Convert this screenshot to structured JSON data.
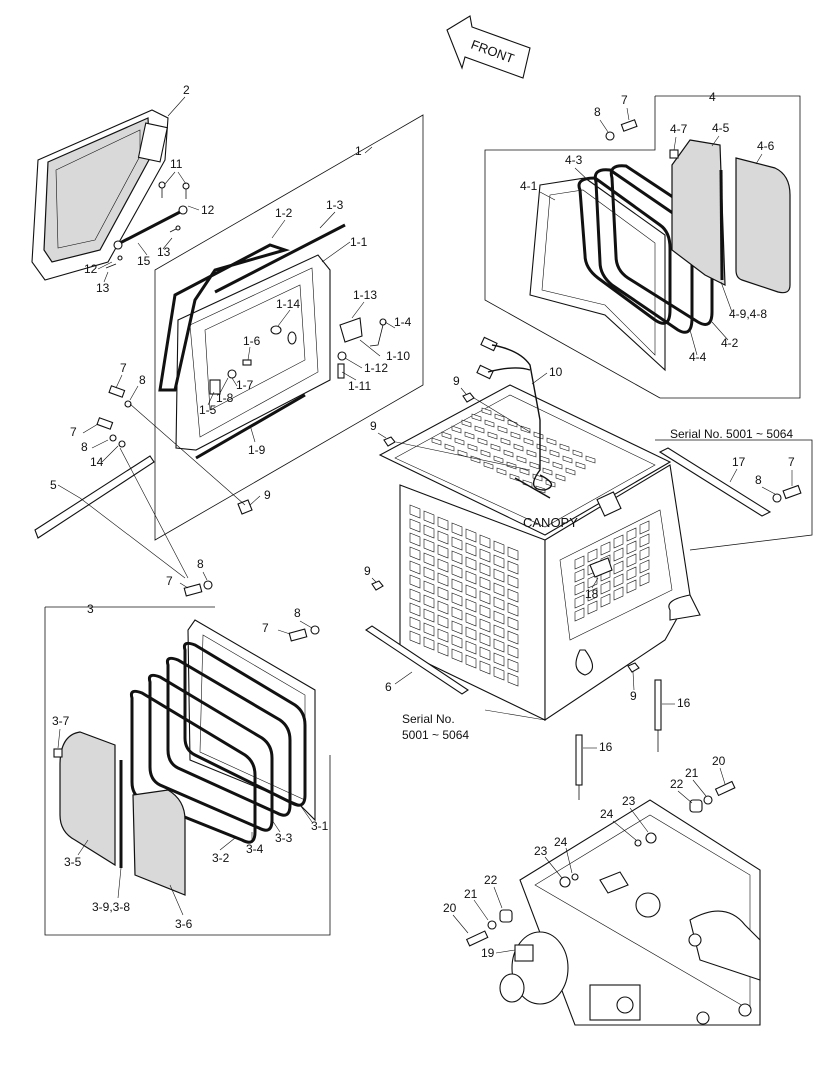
{
  "front_arrow": "FRONT",
  "canopy_label": "CANOPY",
  "serial_top": "Serial No. 5001 ~ 5064",
  "serial_bottom_line1": "Serial No.",
  "serial_bottom_line2": "5001 ~ 5064",
  "callouts": {
    "c1": "1",
    "c1_1": "1-1",
    "c1_2": "1-2",
    "c1_3": "1-3",
    "c1_4": "1-4",
    "c1_5": "1-5",
    "c1_6": "1-6",
    "c1_7": "1-7",
    "c1_8": "1-8",
    "c1_9": "1-9",
    "c1_10": "1-10",
    "c1_11": "1-11",
    "c1_12": "1-12",
    "c1_13": "1-13",
    "c1_14": "1-14",
    "c2": "2",
    "c3": "3",
    "c3_1": "3-1",
    "c3_2": "3-2",
    "c3_3": "3-3",
    "c3_4": "3-4",
    "c3_5": "3-5",
    "c3_6": "3-6",
    "c3_7": "3-7",
    "c3_98": "3-9,3-8",
    "c4": "4",
    "c4_1": "4-1",
    "c4_2": "4-2",
    "c4_3": "4-3",
    "c4_4": "4-4",
    "c4_5": "4-5",
    "c4_6": "4-6",
    "c4_7": "4-7",
    "c4_98": "4-9,4-8",
    "c5": "5",
    "c6": "6",
    "c7a": "7",
    "c7b": "7",
    "c7c": "7",
    "c7d": "7",
    "c7e": "7",
    "c8a": "8",
    "c8b": "8",
    "c8c": "8",
    "c8d": "8",
    "c8e": "8",
    "c8f": "8",
    "c9a": "9",
    "c9b": "9",
    "c9c": "9",
    "c9d": "9",
    "c9e": "9",
    "c10": "10",
    "c11": "11",
    "c12a": "12",
    "c12b": "12",
    "c13a": "13",
    "c13b": "13",
    "c14": "14",
    "c15": "15",
    "c16a": "16",
    "c16b": "16",
    "c17": "17",
    "c18": "18",
    "c19": "19",
    "c20a": "20",
    "c20b": "20",
    "c21a": "21",
    "c21b": "21",
    "c22a": "22",
    "c22b": "22",
    "c23a": "23",
    "c23b": "23",
    "c24": "24"
  }
}
